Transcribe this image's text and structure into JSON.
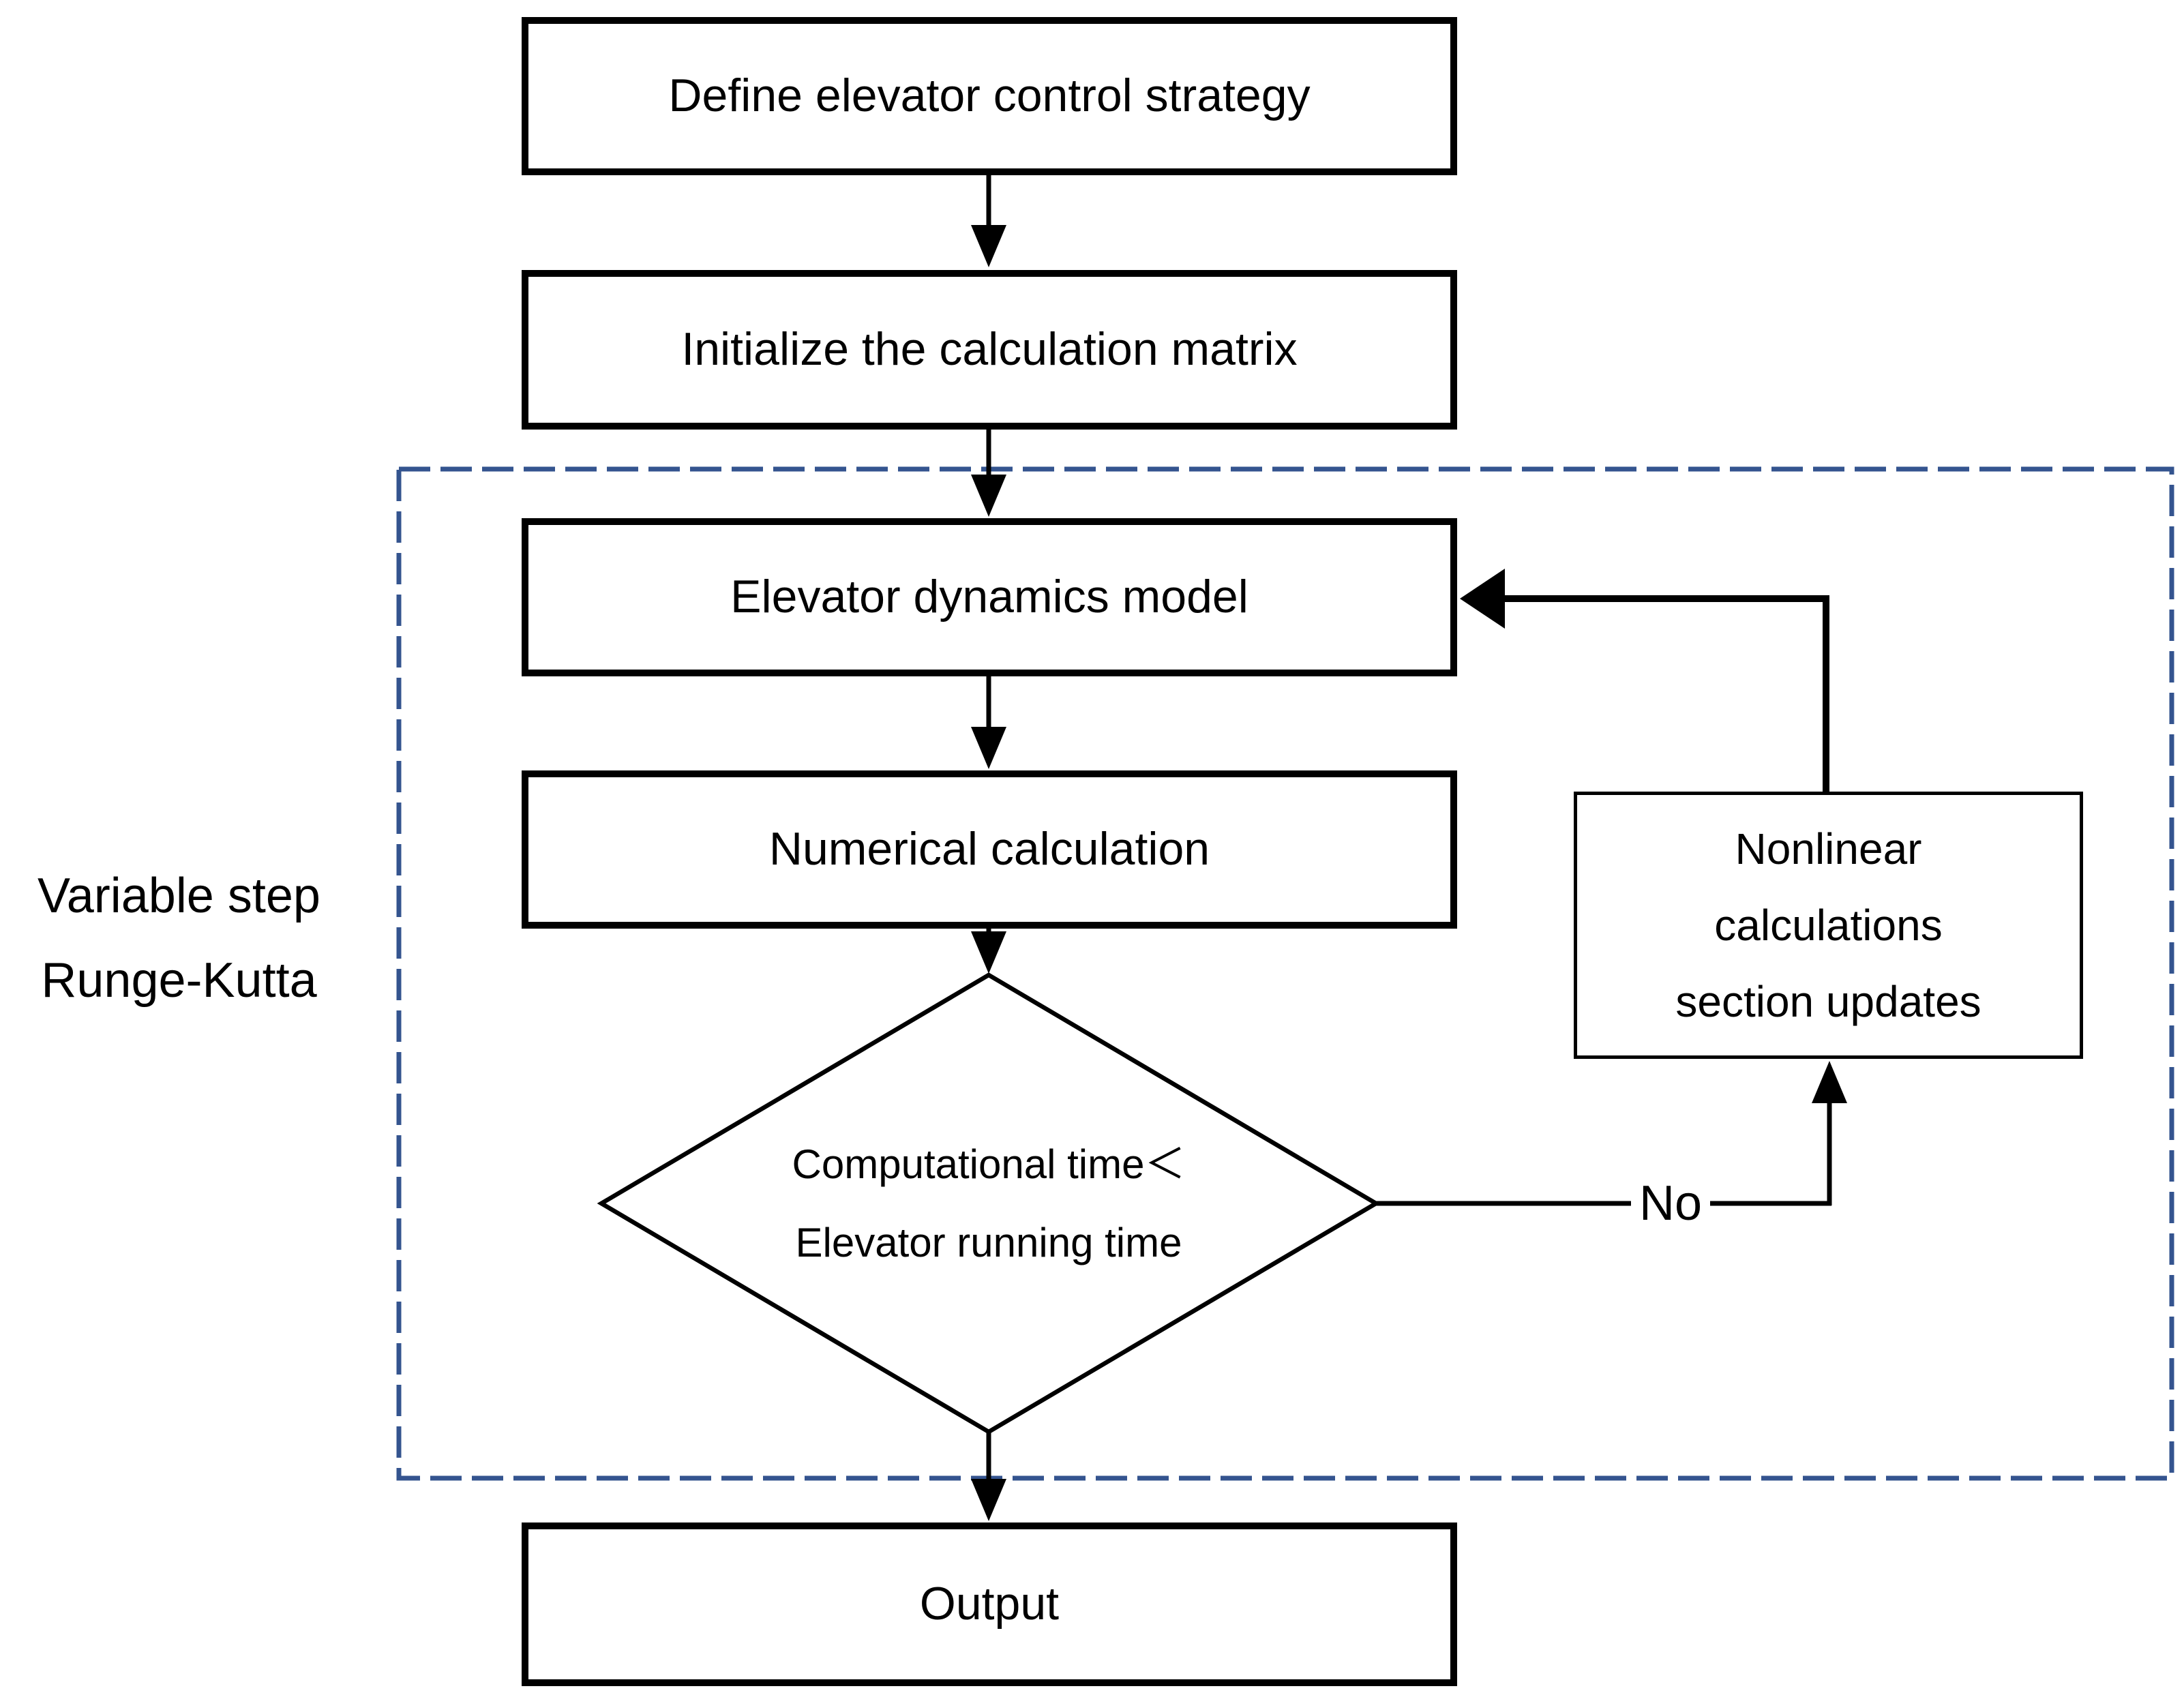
{
  "nodes": {
    "define": {
      "label": "Define elevator control strategy"
    },
    "initialize": {
      "label": "Initialize the calculation matrix"
    },
    "dynamics": {
      "label": "Elevator dynamics model"
    },
    "numerical": {
      "label": "Numerical calculation"
    },
    "decision": {
      "line1": "Computational time＜",
      "line2": "Elevator running time"
    },
    "nonlinear": {
      "line1": "Nonlinear",
      "line2": "calculations",
      "line3": "section updates"
    },
    "output": {
      "label": "Output"
    }
  },
  "labels": {
    "group": {
      "line1": "Variable step",
      "line2": "Runge-Kutta"
    },
    "no": "No"
  },
  "colors": {
    "stroke": "#000000",
    "dashed_border": "#34548F",
    "node_fill": "#FFFFFF",
    "background": "#FFFFFF"
  }
}
